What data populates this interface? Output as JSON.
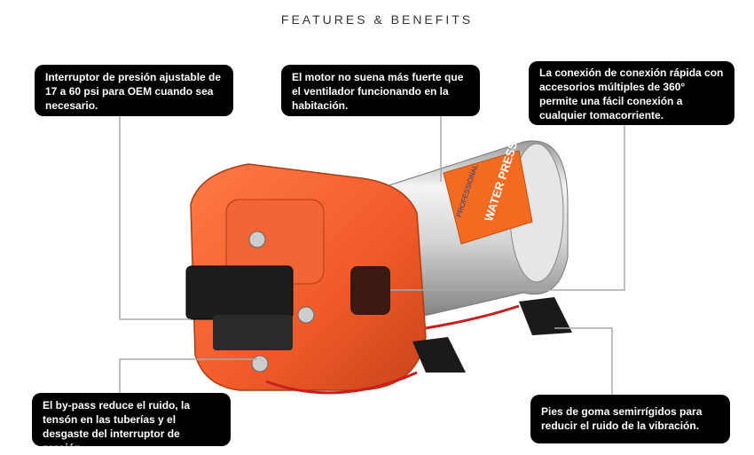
{
  "header": {
    "title": "FEATURES & BENEFITS"
  },
  "callouts": {
    "pressure_switch": "Interruptor de presión ajustable de 17 a 60 psi para OEM cuando sea necesario.",
    "motor_noise": "El motor no suena más fuerte que el ventilador funcionando en la habitación.",
    "quick_connect": "La conexión de conexión rápida con accesorios múltiples de 360° permite una fácil conexión a cualquier tomacorriente.",
    "bypass": "El by-pass reduce el ruido, la tensón en las tuberías y el desgaste del interruptor de presión.",
    "rubber_feet": "Pies de goma semirrígidos para reducir el ruido de la vibración."
  },
  "product": {
    "label_text": "WATER PRESSURE",
    "label_sub": "PROFESSIONAL",
    "colors": {
      "pump_head": "#f05a28",
      "motor_body": "#d8d8d8",
      "label": "#f36b21"
    }
  }
}
